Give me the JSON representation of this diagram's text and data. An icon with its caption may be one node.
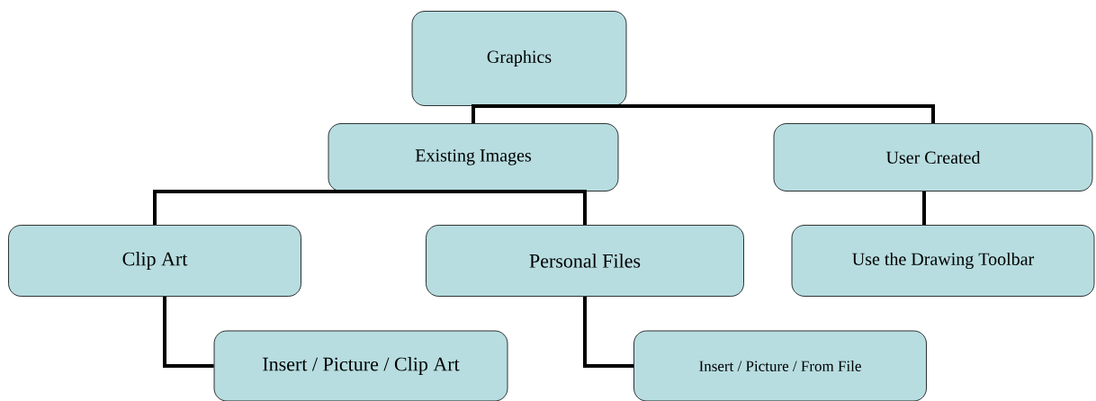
{
  "diagram": {
    "nodes": [
      {
        "text": [
          "Graphics"
        ]
      },
      {
        "text": [
          "Existing Images"
        ]
      },
      {
        "text": [
          "User Created"
        ]
      },
      {
        "text": [
          "Clip Art"
        ]
      },
      {
        "text": [
          "Personal Files"
        ]
      },
      {
        "text": [
          "Use the Drawing Toolbar"
        ]
      },
      {
        "text": [
          "Insert / Picture / Clip Art"
        ]
      },
      {
        "text": [
          "Insert / Picture / From File"
        ]
      }
    ],
    "edges": [
      {
        "from": 0,
        "to": 1,
        "arrow": "none"
      },
      {
        "from": 0,
        "to": 2,
        "arrow": "none"
      },
      {
        "from": 1,
        "to": 3,
        "arrow": "none"
      },
      {
        "from": 1,
        "to": 4,
        "arrow": "none"
      },
      {
        "from": 2,
        "to": 5,
        "arrow": "none"
      },
      {
        "from": 3,
        "to": 6,
        "arrow": "none"
      },
      {
        "from": 4,
        "to": 7,
        "arrow": "none"
      }
    ]
  }
}
